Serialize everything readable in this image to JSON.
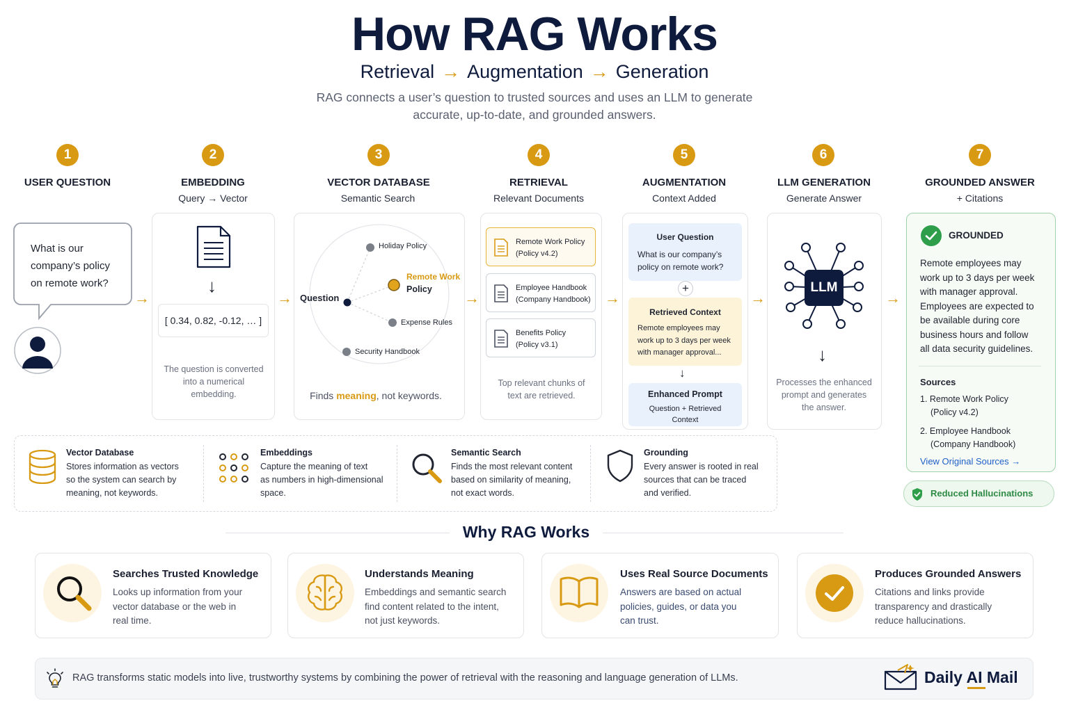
{
  "header": {
    "title": "How RAG Works",
    "subtitle_parts": [
      "Retrieval",
      "Augmentation",
      "Generation"
    ],
    "subtitle_arrow": "→",
    "description_line1": "RAG connects a user’s question to trusted sources and uses an LLM to generate",
    "description_line2": "accurate, up-to-date, and grounded answers."
  },
  "steps": [
    {
      "num": "1",
      "title": "USER QUESTION",
      "sub": ""
    },
    {
      "num": "2",
      "title": "EMBEDDING",
      "sub": "Query → Vector"
    },
    {
      "num": "3",
      "title": "VECTOR DATABASE",
      "sub": "Semantic Search"
    },
    {
      "num": "4",
      "title": "RETRIEVAL",
      "sub": "Relevant Documents"
    },
    {
      "num": "5",
      "title": "AUGMENTATION",
      "sub": "Context Added"
    },
    {
      "num": "6",
      "title": "LLM GENERATION",
      "sub": "Generate Answer"
    },
    {
      "num": "7",
      "title": "GROUNDED ANSWER",
      "sub": "+ Citations"
    }
  ],
  "question": {
    "line1": "What is our",
    "line2": "company’s policy",
    "line3": "on remote work?"
  },
  "embedding": {
    "vector": "[ 0.34, 0.82, -0.12, … ]",
    "caption_line1": "The question is converted",
    "caption_line2": "into a numerical",
    "caption_line3": "embedding."
  },
  "vector_db": {
    "question_label": "Question",
    "holiday": "Holiday Policy",
    "remote_line1": "Remote Work",
    "remote_line2": "Policy",
    "expense": "Expense Rules",
    "security": "Security Handbook",
    "caption_a": "Finds ",
    "caption_b": "meaning",
    "caption_c": ", not keywords."
  },
  "retrieval": {
    "docs": [
      {
        "line1": "Remote Work Policy",
        "line2": "(Policy v4.2)"
      },
      {
        "line1": "Employee Handbook",
        "line2": "(Company Handbook)"
      },
      {
        "line1": "Benefits Policy",
        "line2": "(Policy v3.1)"
      }
    ],
    "caption_line1": "Top relevant chunks of",
    "caption_line2": "text are retrieved."
  },
  "augmentation": {
    "uq_title": "User Question",
    "uq_line1": "What is our company’s",
    "uq_line2": "policy on remote work?",
    "plus": "+",
    "rc_title": "Retrieved Context",
    "rc_line1": "Remote employees may",
    "rc_line2": "work up to 3 days per week",
    "rc_line3": "with manager approval...",
    "down": "↓",
    "ep_title": "Enhanced Prompt",
    "ep_line1": "Question + Retrieved",
    "ep_line2": "Context"
  },
  "llm": {
    "label": "LLM",
    "down": "↓",
    "caption_line1": "Processes the enhanced",
    "caption_line2": "prompt and generates",
    "caption_line3": "the answer."
  },
  "answer": {
    "badge": "GROUNDED",
    "lines": [
      "Remote employees may",
      "work up to 3 days per week",
      "with manager approval.",
      "Employees are expected to",
      "be available during core",
      "business hours and follow",
      "all data security guidelines."
    ],
    "sources_title": "Sources",
    "source1_line1": "1.  Remote Work Policy",
    "source1_line2": "(Policy v4.2)",
    "source2_line1": "2.  Employee Handbook",
    "source2_line2": "(Company Handbook)",
    "view_link": "View Original Sources →",
    "reduced": "Reduced Hallucinations"
  },
  "info": [
    {
      "title": "Vector Database",
      "l1": "Stores information as vectors",
      "l2": "so the system can search by",
      "l3": "meaning, not keywords."
    },
    {
      "title": "Embeddings",
      "l1": "Capture the meaning of text",
      "l2": "as numbers in high-dimensional",
      "l3": "space."
    },
    {
      "title": "Semantic Search",
      "l1": "Finds the most relevant content",
      "l2": "based on similarity of meaning,",
      "l3": "not exact words."
    },
    {
      "title": "Grounding",
      "l1": "Every answer is rooted in real",
      "l2": "sources that can be traced",
      "l3": "and verified."
    }
  ],
  "why": {
    "heading": "Why RAG Works",
    "cards": [
      {
        "title": "Searches Trusted Knowledge",
        "l1": "Looks up information from your",
        "l2": "vector database or the web in",
        "l3": "real time."
      },
      {
        "title": "Understands Meaning",
        "l1": "Embeddings and semantic search",
        "l2": "find content related to the intent,",
        "l3": "not just keywords."
      },
      {
        "title": "Uses Real Source Documents",
        "l1": "Answers are based on actual",
        "l2": "policies, guides, or data you",
        "l3": "can trust."
      },
      {
        "title": "Produces Grounded Answers",
        "l1": "Citations and links provide",
        "l2": "transparency and drastically",
        "l3": "reduce hallucinations."
      }
    ]
  },
  "footer": {
    "text": "RAG transforms static models into live, trustworthy systems by combining the power of retrieval with the reasoning and language generation of LLMs.",
    "brand": "Daily AI Mail"
  },
  "colors": {
    "accent": "#d89a12",
    "navy": "#0f1b3d",
    "green": "#2e9e4a",
    "blue_panel": "#e8f1fc",
    "gold_panel": "#fdf3d8"
  }
}
